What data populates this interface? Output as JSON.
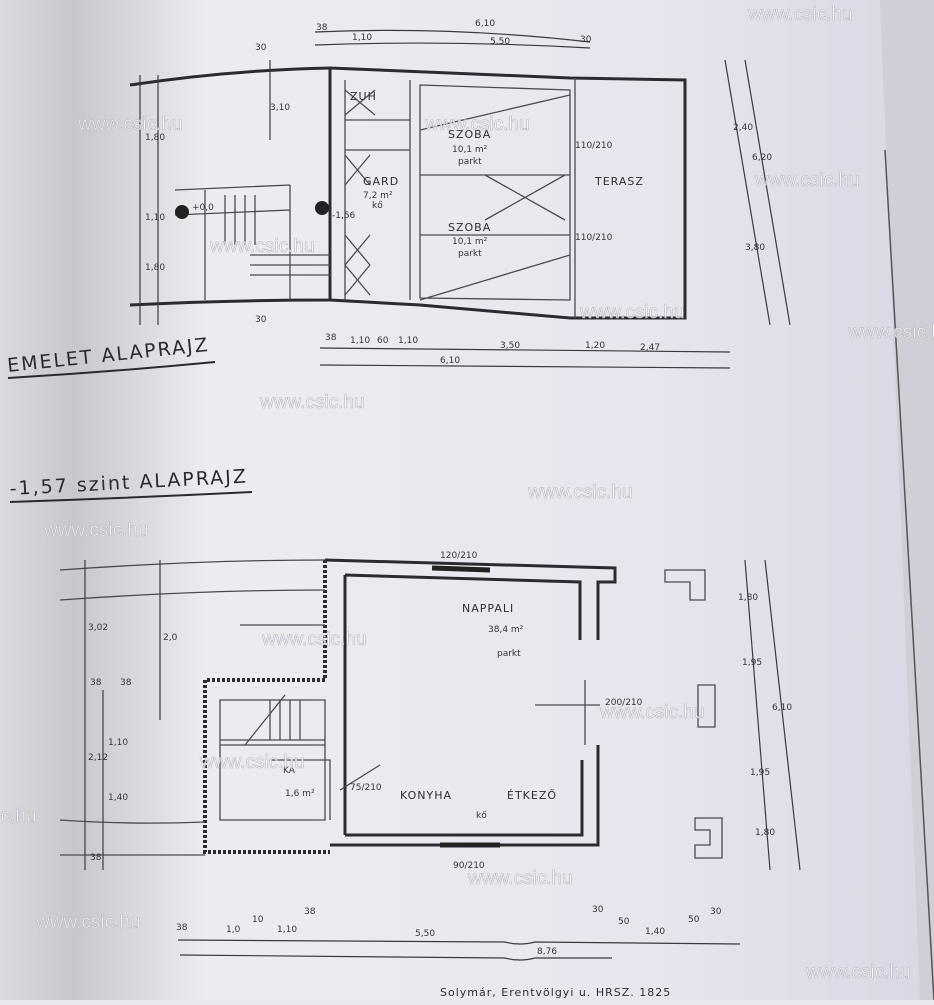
{
  "watermark": "www.csic.hu",
  "upper_plan": {
    "title": "EMELET ALAPRAJZ",
    "rooms": [
      {
        "name": "ZUH",
        "area": ""
      },
      {
        "name": "SZOBA",
        "area": "10,1 m²",
        "floor": "parkt"
      },
      {
        "name": "GARD",
        "area": "7,2 m²",
        "floor": "kő"
      },
      {
        "name": "SZOBA",
        "area": "10,1 m²",
        "floor": "parkt"
      },
      {
        "name": "TERASZ",
        "area": ""
      }
    ],
    "level_marks": [
      "+0,0",
      "-1,56"
    ],
    "openings": [
      "110/210",
      "110/210"
    ],
    "dims_top": [
      "38",
      "1,10",
      "6,10",
      "5,50",
      "30"
    ],
    "dims_bottom": [
      "38",
      "1,10",
      "60",
      "1,10",
      "3,50",
      "1,20",
      "2,47",
      "6,10"
    ],
    "dims_left": [
      "30",
      "1,80",
      "3,10",
      "1,10",
      "1,80",
      "30"
    ],
    "dims_right": [
      "2,40",
      "6,20",
      "3,80"
    ]
  },
  "lower_plan": {
    "title": "-1,57 szint ALAPRAJZ",
    "rooms": [
      {
        "name": "NAPPALI",
        "area": "38,4 m²",
        "floor": "parkt"
      },
      {
        "name": "KONYHA",
        "area": ""
      },
      {
        "name": "ÉTKEZŐ",
        "area": ""
      },
      {
        "name": "KA",
        "area": "1,6 m²"
      }
    ],
    "floor_note": "kő",
    "openings": [
      "120/210",
      "75/210",
      "200/210",
      "90/210"
    ],
    "dims_bottom": [
      "38",
      "1,0",
      "10",
      "1,10",
      "38",
      "5,50",
      "30",
      "50",
      "1,40",
      "50",
      "30",
      "8,76"
    ],
    "dims_left": [
      "3,02",
      "38",
      "38",
      "2,12",
      "1,10",
      "1,40",
      "38",
      "2,0"
    ],
    "dims_right": [
      "1,80",
      "1,95",
      "6,10",
      "1,95",
      "1,80"
    ]
  },
  "footer_note": "Solymár, Erentvölgyi u.   HRSZ. 1825"
}
